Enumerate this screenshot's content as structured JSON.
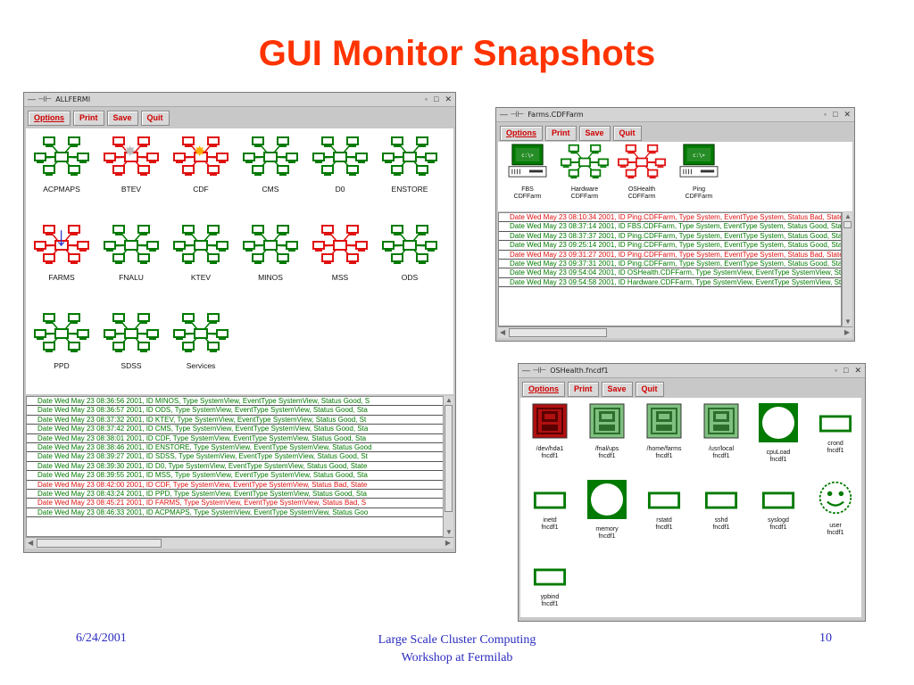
{
  "slide": {
    "title": "GUI Monitor Snapshots",
    "footer_date": "6/24/2001",
    "footer_center_line1": "Large Scale Cluster Computing",
    "footer_center_line2": "Workshop at Fermilab",
    "footer_page": "10",
    "title_color": "#ff3300",
    "footer_color": "#2b2bc0"
  },
  "colors": {
    "good": "#007a00",
    "bad": "#e01010",
    "button_text": "#d00000"
  },
  "window_controls": {
    "glyph": "— ⊣⊢",
    "min": "◦",
    "max": "□",
    "close": "✕"
  },
  "allfermi": {
    "title": "ALLFERMI",
    "buttons": [
      "Options",
      "Print",
      "Save",
      "Quit"
    ],
    "icons": [
      {
        "label": "ACPMAPS",
        "status": "good",
        "icon": "network-icon"
      },
      {
        "label": "BTEV",
        "status": "bad",
        "icon": "network-icon"
      },
      {
        "label": "CDF",
        "status": "bad",
        "icon": "network-icon"
      },
      {
        "label": "CMS",
        "status": "good",
        "icon": "network-icon"
      },
      {
        "label": "D0",
        "status": "good",
        "icon": "network-icon"
      },
      {
        "label": "ENSTORE",
        "status": "good",
        "icon": "network-icon"
      },
      {
        "label": "FARMS",
        "status": "bad",
        "icon": "network-icon"
      },
      {
        "label": "FNALU",
        "status": "good",
        "icon": "network-icon"
      },
      {
        "label": "KTEV",
        "status": "good",
        "icon": "network-icon"
      },
      {
        "label": "MINOS",
        "status": "good",
        "icon": "network-icon"
      },
      {
        "label": "MSS",
        "status": "bad",
        "icon": "network-icon"
      },
      {
        "label": "ODS",
        "status": "good",
        "icon": "network-icon"
      },
      {
        "label": "PPD",
        "status": "good",
        "icon": "network-icon"
      },
      {
        "label": "SDSS",
        "status": "good",
        "icon": "network-icon"
      },
      {
        "label": "Services",
        "status": "good",
        "icon": "network-icon"
      }
    ],
    "log": [
      {
        "text": "Date Wed May 23 08:36:56 2001, ID MINOS, Type SystemView, EventType SystemView, Status Good, S",
        "status": "good"
      },
      {
        "text": "Date Wed May 23 08:36:57 2001, ID ODS, Type SystemView, EventType SystemView, Status Good, Sta",
        "status": "good"
      },
      {
        "text": "Date Wed May 23 08:37:32 2001, ID KTEV, Type SystemView, EventType SystemView, Status Good, St",
        "status": "good"
      },
      {
        "text": "Date Wed May 23 08:37:42 2001, ID CMS, Type SystemView, EventType SystemView, Status Good, Sta",
        "status": "good"
      },
      {
        "text": "Date Wed May 23 08:38:01 2001, ID CDF, Type SystemView, EventType SystemView, Status Good, Sta",
        "status": "good"
      },
      {
        "text": "Date Wed May 23 08:38:46 2001, ID ENSTORE, Type SystemView, EventType SystemView, Status Good",
        "status": "good"
      },
      {
        "text": "Date Wed May 23 08:39:27 2001, ID SDSS, Type SystemView, EventType SystemView, Status Good, St",
        "status": "good"
      },
      {
        "text": "Date Wed May 23 08:39:30 2001, ID D0, Type SystemView, EventType SystemView, Status Good, State",
        "status": "good"
      },
      {
        "text": "Date Wed May 23 08:39:55 2001, ID MSS, Type SystemView, EventType SystemView, Status Good, Sta",
        "status": "good"
      },
      {
        "text": "Date Wed May 23 08:42:00 2001, ID CDF, Type SystemView, EventType SystemView, Status Bad, State",
        "status": "bad"
      },
      {
        "text": "Date Wed May 23 08:43:24 2001, ID PPD, Type SystemView, EventType SystemView, Status Good, Sta",
        "status": "good"
      },
      {
        "text": "Date Wed May 23 08:45:21 2001, ID FARMS, Type SystemView, EventType SystemView, Status Bad, S",
        "status": "bad"
      },
      {
        "text": "Date Wed May 23 08:46:33 2001, ID ACPMAPS, Type SystemView, EventType SystemView, Status Goo",
        "status": "good"
      }
    ]
  },
  "cdffarm": {
    "title": "Farms.CDFFarm",
    "buttons": [
      "Options",
      "Print",
      "Save",
      "Quit"
    ],
    "icons": [
      {
        "label": "FBS",
        "sub": "CDFFarm",
        "status": "good",
        "icon": "computer-icon"
      },
      {
        "label": "Hardware",
        "sub": "CDFFarm",
        "status": "good",
        "icon": "network-icon"
      },
      {
        "label": "OSHealth",
        "sub": "CDFFarm",
        "status": "bad",
        "icon": "network-icon"
      },
      {
        "label": "Ping",
        "sub": "CDFFarm",
        "status": "good",
        "icon": "computer-icon"
      }
    ],
    "log": [
      {
        "text": "Date Wed May 23 08:10:34 2001, ID Ping.CDFFarm, Type System, EventType System, Status Bad, State",
        "status": "bad"
      },
      {
        "text": "Date Wed May 23 08:37:14 2001, ID FBS.CDFFarm, Type System, EventType System, Status Good, Stat",
        "status": "good"
      },
      {
        "text": "Date Wed May 23 08:37:37 2001, ID Ping.CDFFarm, Type System, EventType System, Status Good, Sta",
        "status": "good"
      },
      {
        "text": "Date Wed May 23 09:25:14 2001, ID Ping.CDFFarm, Type System, EventType System, Status Good, Sta",
        "status": "good"
      },
      {
        "text": "Date Wed May 23 09:31:27 2001, ID Ping.CDFFarm, Type System, EventType System, Status Bad, State",
        "status": "bad"
      },
      {
        "text": "Date Wed May 23 09:37:31 2001, ID Ping.CDFFarm, Type System, EventType System, Status Good, Sta",
        "status": "good"
      },
      {
        "text": "Date Wed May 23 09:54:04 2001, ID OSHealth.CDFFarm, Type SystemView, EventType SystemView, St",
        "status": "good"
      },
      {
        "text": "Date Wed May 23 09:54:58 2001, ID Hardware.CDFFarm, Type SystemView, EventType SystemView, St",
        "status": "good"
      }
    ]
  },
  "oshealth": {
    "title": "OSHealth.fncdf1",
    "buttons": [
      "Options",
      "Print",
      "Save",
      "Quit"
    ],
    "icons": [
      {
        "label": "/dev/hda1",
        "sub": "fncdf1",
        "kind": "disk-bad",
        "icon": "disk-icon"
      },
      {
        "label": "/fnal/ups",
        "sub": "fncdf1",
        "kind": "disk-good",
        "icon": "disk-icon"
      },
      {
        "label": "/home/farms",
        "sub": "fncdf1",
        "kind": "disk-good",
        "icon": "disk-icon"
      },
      {
        "label": "/usr/local",
        "sub": "fncdf1",
        "kind": "disk-good",
        "icon": "disk-icon"
      },
      {
        "label": "cpuLoad",
        "sub": "fncdf1",
        "kind": "circle",
        "icon": "gauge-icon"
      },
      {
        "label": "crond",
        "sub": "fncdf1",
        "kind": "rect",
        "icon": "process-icon"
      },
      {
        "label": "inetd",
        "sub": "fncdf1",
        "kind": "rect",
        "icon": "process-icon"
      },
      {
        "label": "memory",
        "sub": "fncdf1",
        "kind": "circle",
        "icon": "gauge-icon"
      },
      {
        "label": "rstatd",
        "sub": "fncdf1",
        "kind": "rect",
        "icon": "process-icon"
      },
      {
        "label": "sshd",
        "sub": "fncdf1",
        "kind": "rect",
        "icon": "process-icon"
      },
      {
        "label": "syslogd",
        "sub": "fncdf1",
        "kind": "rect",
        "icon": "process-icon"
      },
      {
        "label": "user",
        "sub": "fncdf1",
        "kind": "smiley",
        "icon": "smiley-icon"
      },
      {
        "label": "ypbind",
        "sub": "fncdf1",
        "kind": "rect",
        "icon": "process-icon"
      }
    ]
  }
}
